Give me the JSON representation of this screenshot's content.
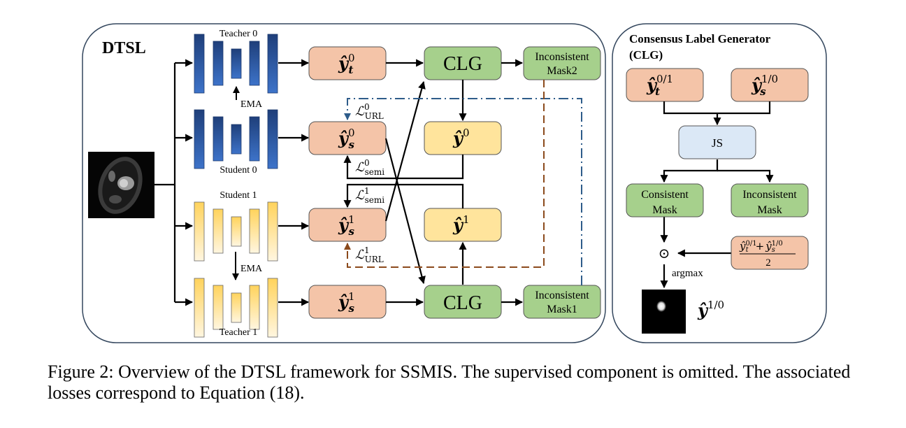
{
  "left_panel": {
    "title": "DTSL",
    "networks": {
      "teacher0": "Teacher 0",
      "student0": "Student 0",
      "student1": "Student 1",
      "teacher1": "Teacher 1",
      "ema": "EMA"
    },
    "boxes": {
      "yt0": {
        "base": "ŷ",
        "sub": "t",
        "sup": "0"
      },
      "ys0": {
        "base": "ŷ",
        "sub": "s",
        "sup": "0"
      },
      "ys1": {
        "base": "ŷ",
        "sub": "s",
        "sup": "1"
      },
      "ybottom": {
        "base": "ŷ",
        "sub": "s",
        "sup": "1"
      },
      "y0": {
        "base": "ŷ",
        "sup": "0"
      },
      "y1": {
        "base": "ŷ",
        "sup": "1"
      },
      "clg_top": "CLG",
      "clg_bottom": "CLG",
      "mask2": [
        "Inconsistent",
        "Mask2"
      ],
      "mask1": [
        "Inconsistent",
        "Mask1"
      ]
    },
    "losses": {
      "url0": {
        "base": "ℒ",
        "sup": "0",
        "sub": "URL"
      },
      "semi0": {
        "base": "ℒ",
        "sup": "0",
        "sub": "semi"
      },
      "semi1": {
        "base": "ℒ",
        "sup": "1",
        "sub": "semi"
      },
      "url1": {
        "base": "ℒ",
        "sup": "1",
        "sub": "URL"
      }
    }
  },
  "right_panel": {
    "title_line1": "Consensus Label Generator",
    "title_line2": "(CLG)",
    "input_t": {
      "base": "ŷ",
      "sub": "t",
      "sup": "0/1"
    },
    "input_s": {
      "base": "ŷ",
      "sub": "s",
      "sup": "1/0"
    },
    "js": "JS",
    "consistent_mask": [
      "Consistent",
      "Mask"
    ],
    "inconsistent_mask": [
      "Inconsistent",
      "Mask"
    ],
    "hadamard": "⊙",
    "average": {
      "num_t": "ŷ",
      "num_t_sub": "t",
      "num_t_sup": "0/1",
      "plus": "+",
      "num_s": "ŷ",
      "num_s_sub": "s",
      "num_s_sup": "1/0",
      "den": "2"
    },
    "argmax": "argmax",
    "output": {
      "base": "ŷ",
      "sup": "1/0"
    }
  },
  "colors": {
    "teacher_student0_blue": "#2f5fa8",
    "network1_yellow": "#ffd866",
    "pred_box": "#f4c4a8",
    "clg_green": "#a6d08c",
    "pseudo_yellow": "#ffe49c",
    "js_blue": "#dbe8f6",
    "url0_arrow": "#2e5c8a",
    "url1_arrow": "#8b4a1c"
  },
  "caption": "Figure 2: Overview of the DTSL framework for SSMIS. The supervised component is omitted. The associated losses correspond to Equation (18)."
}
